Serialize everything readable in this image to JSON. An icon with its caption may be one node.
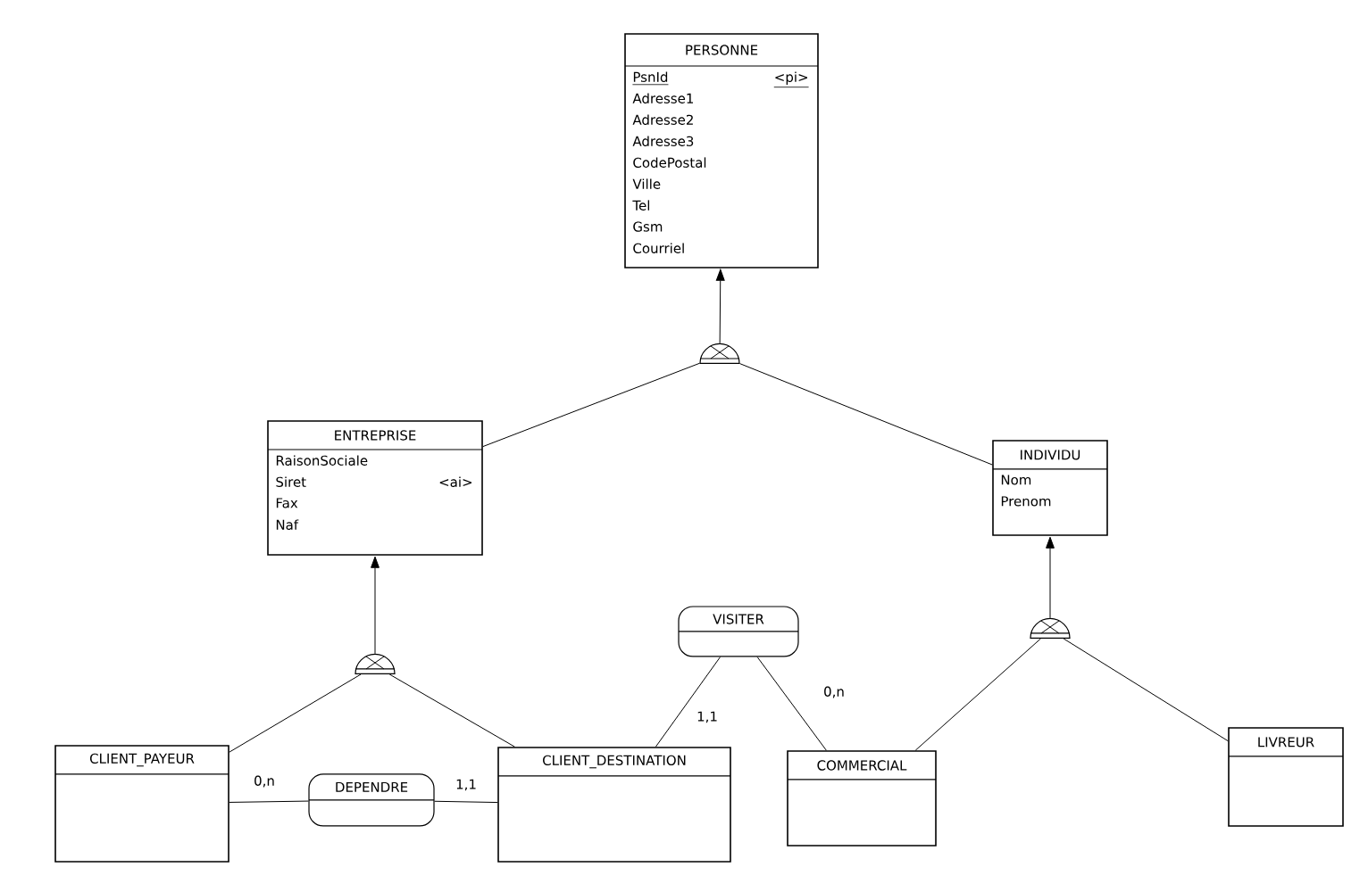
{
  "diagram": {
    "nodes": [
      {
        "text": [
          "PERSONNE",
          "PsnId",
          "<pi>",
          "Adresse1",
          "Adresse2",
          "Adresse3",
          "CodePostal",
          "Ville",
          "Tel",
          "Gsm",
          "Courriel"
        ]
      },
      {
        "text": [],
        "shape": "semicircle"
      },
      {
        "text": [
          "ENTREPRISE",
          "RaisonSociale",
          "Siret",
          "<ai>",
          "Fax",
          "Naf"
        ]
      },
      {
        "text": [
          "INDIVIDU",
          "Nom",
          "Prenom"
        ]
      },
      {
        "text": [],
        "shape": "semicircle"
      },
      {
        "text": [],
        "shape": "semicircle"
      },
      {
        "text": [
          "CLIENT_PAYEUR"
        ]
      },
      {
        "text": [
          "DEPENDRE"
        ]
      },
      {
        "text": [
          "CLIENT_DESTINATION"
        ]
      },
      {
        "text": [
          "VISITER"
        ]
      },
      {
        "text": [
          "COMMERCIAL"
        ]
      },
      {
        "text": [
          "LIVREUR"
        ]
      }
    ],
    "edges": [
      {
        "from": 1,
        "to": 0,
        "arrow": "to"
      },
      {
        "from": 2,
        "to": 1,
        "arrow": "none"
      },
      {
        "from": 3,
        "to": 1,
        "arrow": "none"
      },
      {
        "from": 4,
        "to": 2,
        "arrow": "to"
      },
      {
        "from": 6,
        "to": 4,
        "arrow": "none"
      },
      {
        "from": 8,
        "to": 4,
        "arrow": "none"
      },
      {
        "from": 5,
        "to": 3,
        "arrow": "to"
      },
      {
        "from": 10,
        "to": 5,
        "arrow": "none"
      },
      {
        "from": 11,
        "to": 5,
        "arrow": "none"
      },
      {
        "from": 6,
        "to": 7,
        "arrow": "none",
        "label": "0,n"
      },
      {
        "from": 7,
        "to": 8,
        "arrow": "none",
        "label": "1,1"
      },
      {
        "from": 9,
        "to": 8,
        "arrow": "none",
        "label": "1,1"
      },
      {
        "from": 9,
        "to": 10,
        "arrow": "none",
        "label": "0,n"
      }
    ]
  }
}
